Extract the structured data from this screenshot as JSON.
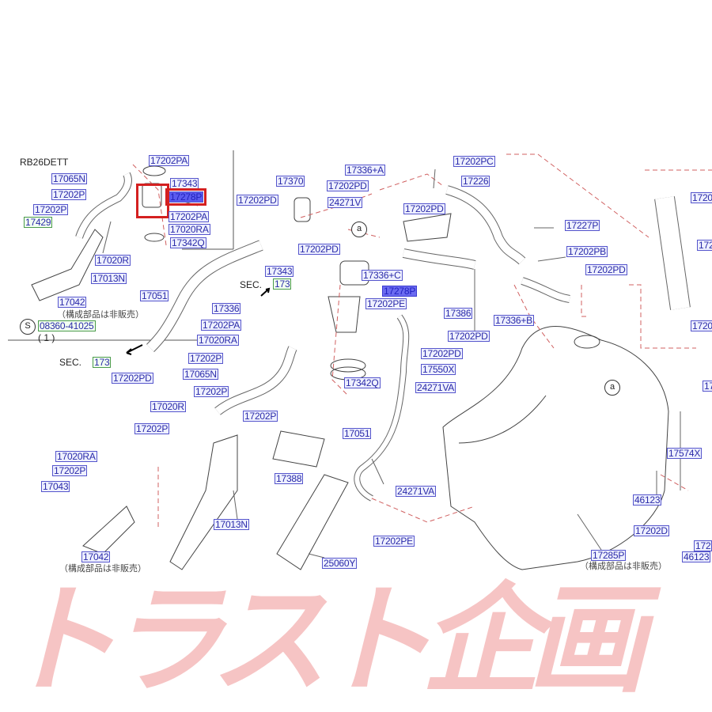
{
  "engine": "RB26DETT",
  "not_sold_note": "（構成部品は非販売）",
  "sec_label": "SEC.",
  "sec_ref": "173",
  "screw_symbol": "S",
  "screw_qty": "( 1 )",
  "section_marker": "a",
  "watermark": "トラスト企画",
  "parts": [
    "17202PA",
    "17065N",
    "17343",
    "17278P",
    "17202P",
    "17202P",
    "17429",
    "17202PA",
    "17020RA",
    "17342Q",
    "17020R",
    "17013N",
    "17051",
    "17042",
    "08360-41025",
    "17370",
    "17202PD",
    "17336+A",
    "17202PD",
    "24271V",
    "17202PD",
    "17202PD",
    "17343",
    "17336+C",
    "17278P",
    "17202PE",
    "17336",
    "17202PA",
    "17020RA",
    "17202P",
    "17065N",
    "17202P",
    "17020R",
    "17202P",
    "17386",
    "17202PD",
    "17550X",
    "24271VA",
    "17342Q",
    "17051",
    "17202PC",
    "17226",
    "17227P",
    "17202PB",
    "17202PD",
    "17336+B",
    "17202PD",
    "1720",
    "172",
    "1720",
    "17",
    "17574X",
    "46123",
    "17202D",
    "172",
    "46123",
    "17285P",
    "17202PD",
    "17202P",
    "17020RA",
    "17202P",
    "17043",
    "17042",
    "17388",
    "17013N",
    "24271VA",
    "17202PE",
    "25060Y"
  ],
  "colors": {
    "label_text": "#2a2aa8",
    "highlight": "#6b6bf0",
    "selection_box": "#d42020",
    "dashed_line": "#d06060"
  }
}
